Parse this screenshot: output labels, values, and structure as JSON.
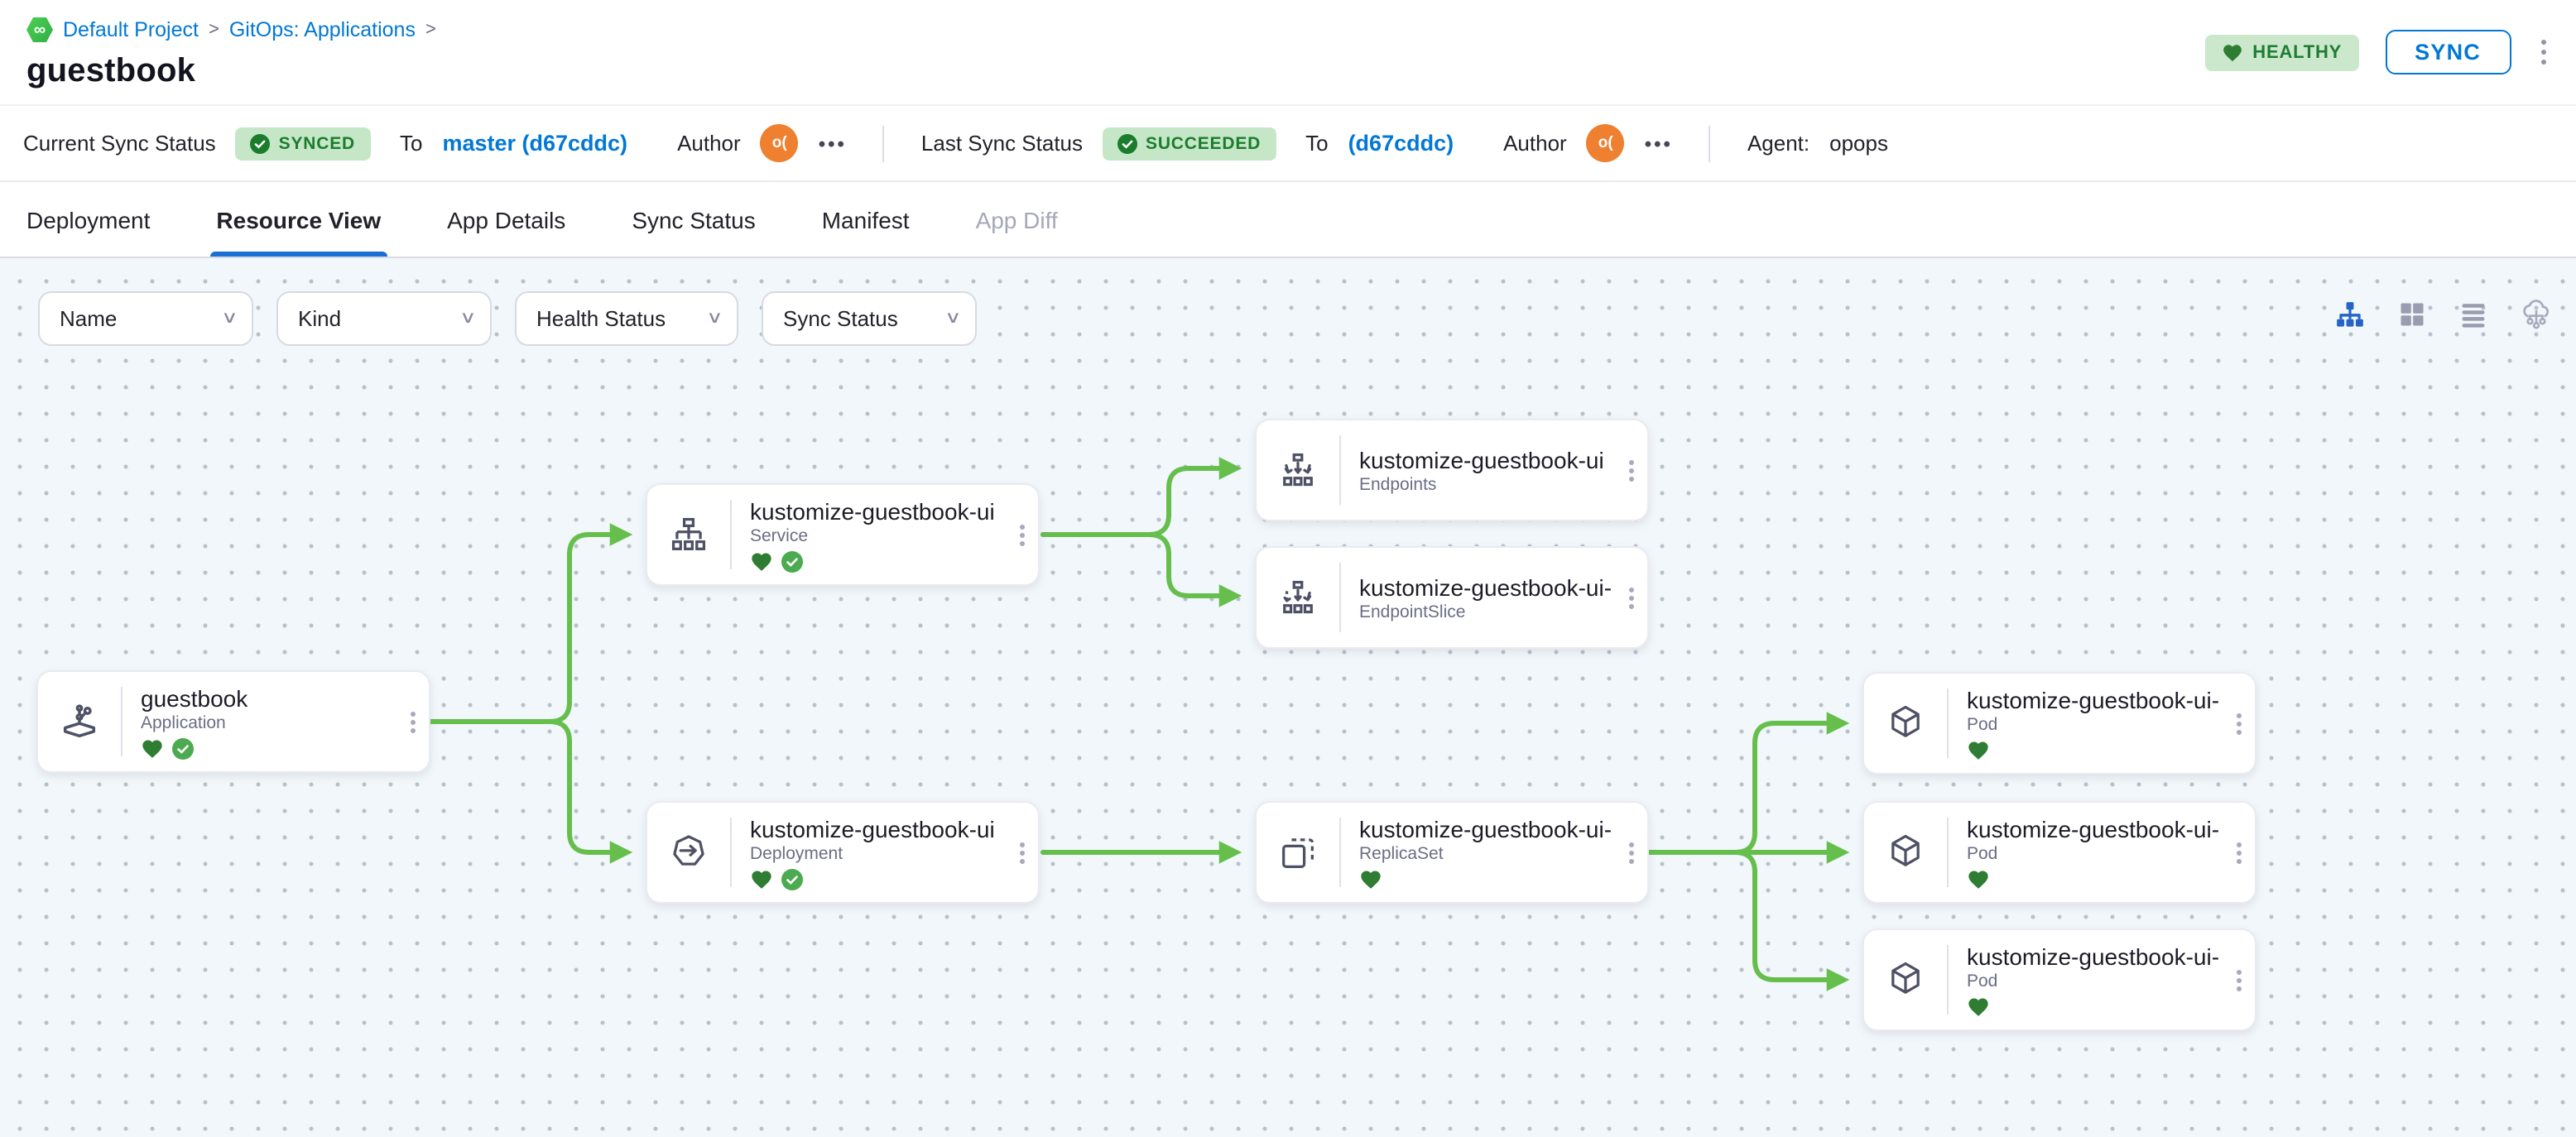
{
  "breadcrumb": {
    "project_icon": "gitops-hexagon-icon",
    "items": [
      "Default Project",
      "GitOps: Applications"
    ],
    "separator": ">"
  },
  "page": {
    "title": "guestbook"
  },
  "header_actions": {
    "health_badge": {
      "label": "HEALTHY",
      "icon": "heart-icon"
    },
    "sync_button_label": "SYNC"
  },
  "status_bar": {
    "current": {
      "label": "Current Sync Status",
      "badge": "SYNCED",
      "to_label": "To",
      "revision": "master (d67cddc)",
      "author_label": "Author",
      "author_avatar": "o(",
      "more": "•••"
    },
    "last": {
      "label": "Last Sync Status",
      "badge": "SUCCEEDED",
      "to_label": "To",
      "revision": "(d67cddc)",
      "author_label": "Author",
      "author_avatar": "o(",
      "more": "•••"
    },
    "agent": {
      "label": "Agent:",
      "value": "opops"
    }
  },
  "tabs": [
    {
      "label": "Deployment",
      "state": "normal"
    },
    {
      "label": "Resource View",
      "state": "active"
    },
    {
      "label": "App Details",
      "state": "normal"
    },
    {
      "label": "Sync Status",
      "state": "normal"
    },
    {
      "label": "Manifest",
      "state": "normal"
    },
    {
      "label": "App Diff",
      "state": "disabled"
    }
  ],
  "filters": [
    {
      "label": "Name"
    },
    {
      "label": "Kind"
    },
    {
      "label": "Health Status"
    },
    {
      "label": "Sync Status"
    }
  ],
  "view_toggles": [
    "tree-view",
    "grid-view",
    "list-view",
    "network-view"
  ],
  "canvas": {
    "nodes": [
      {
        "title": "guestbook",
        "kind": "Application",
        "health": "Healthy",
        "sync": "Synced"
      },
      {
        "title": "kustomize-guestbook-ui",
        "kind": "Service",
        "health": "Healthy",
        "sync": "Synced"
      },
      {
        "title": "kustomize-guestbook-ui",
        "kind": "Endpoints"
      },
      {
        "title": "kustomize-guestbook-ui-...",
        "kind": "EndpointSlice"
      },
      {
        "title": "kustomize-guestbook-ui",
        "kind": "Deployment",
        "health": "Healthy",
        "sync": "Synced"
      },
      {
        "title": "kustomize-guestbook-ui-...",
        "kind": "ReplicaSet",
        "health": "Healthy"
      },
      {
        "title": "kustomize-guestbook-ui-...",
        "kind": "Pod",
        "health": "Healthy"
      },
      {
        "title": "kustomize-guestbook-ui-...",
        "kind": "Pod",
        "health": "Healthy"
      },
      {
        "title": "kustomize-guestbook-ui-...",
        "kind": "Pod",
        "health": "Healthy"
      }
    ],
    "edges": [
      {
        "from": "guestbook (Application)",
        "to": "kustomize-guestbook-ui (Service)"
      },
      {
        "from": "guestbook (Application)",
        "to": "kustomize-guestbook-ui (Deployment)"
      },
      {
        "from": "kustomize-guestbook-ui (Service)",
        "to": "kustomize-guestbook-ui (Endpoints)"
      },
      {
        "from": "kustomize-guestbook-ui (Service)",
        "to": "kustomize-guestbook-ui-... (EndpointSlice)"
      },
      {
        "from": "kustomize-guestbook-ui (Deployment)",
        "to": "kustomize-guestbook-ui-... (ReplicaSet)"
      },
      {
        "from": "kustomize-guestbook-ui-... (ReplicaSet)",
        "to": "kustomize-guestbook-ui-... (Pod 1)"
      },
      {
        "from": "kustomize-guestbook-ui-... (ReplicaSet)",
        "to": "kustomize-guestbook-ui-... (Pod 2)"
      },
      {
        "from": "kustomize-guestbook-ui-... (ReplicaSet)",
        "to": "kustomize-guestbook-ui-... (Pod 3)"
      }
    ]
  },
  "colors": {
    "accent_blue": "#0278d5",
    "edge_green": "#66bf4d",
    "healthy_heart": "#2e7d32",
    "synced_check": "#4caa50",
    "badge_bg": "#c5e7c8",
    "badge_text": "#1b7d2c",
    "avatar_orange": "#ee8030",
    "canvas_bg": "#f1f7fa"
  }
}
